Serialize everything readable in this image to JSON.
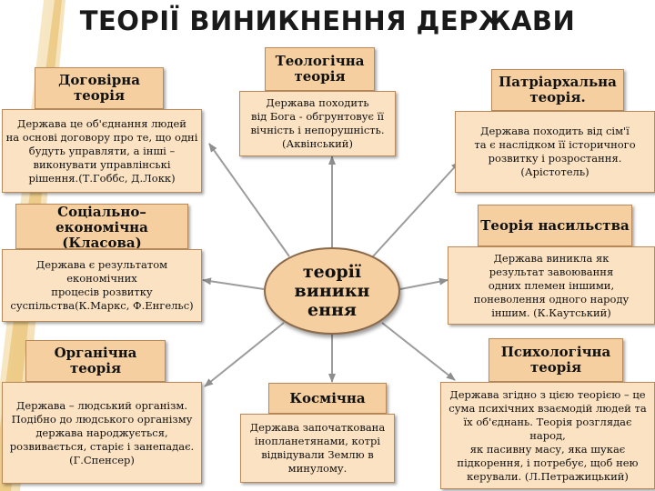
{
  "title": "ТЕОРІЇ ВИНИКНЕННЯ ДЕРЖАВИ",
  "center": "теорії\nвиникн\nення",
  "theories": [
    {
      "id": "contract",
      "title": "Договірна теорія",
      "description": "Держава це об'єднання людей\nна основі договору про те, що одні\nбудуть управляти, а інші –\nвиконувати управлінські\nрішення.(Т.Гоббс, Д.Локк)"
    },
    {
      "id": "theological",
      "title": "Теологічна теорія",
      "description": "Держава походить\nвід Бога - обгрунтовує її\nвічність і непорушність.\n(Аквінський)"
    },
    {
      "id": "patriarchal",
      "title": "Патріархальна теорія.",
      "description": "Держава походить від сім'ї\nта є наслідком її історичного\nрозвитку і розростання.\n(Арістотель)"
    },
    {
      "id": "socio-economic",
      "title": "Соціально–економічна (Класова) теорія",
      "description": "Держава є результатом\nекономічних\nпроцесів розвитку\nсуспільства(К.Маркс, Ф.Енгельс)"
    },
    {
      "id": "violence",
      "title": "Теорія насильства",
      "description": "Держава виникла як\nрезультат завоювання\nодних племен іншими,\nпоневолення одного народу\nіншим.  (К.Каутський)"
    },
    {
      "id": "organic",
      "title": "Органічна теорія",
      "description": "Держава – людський організм.\nПодібно до людського організму\nдержава народжується,\nрозвивається, старіє і занепадає.\n(Г.Спенсер)"
    },
    {
      "id": "cosmic",
      "title": "Космічна",
      "description": "Держава започаткована\nінопланетянами, котрі\nвідвідували Землю в\nминулому."
    },
    {
      "id": "psychological",
      "title": "Психологічна теорія",
      "description": "Держава згідно з цією теорією – це\nсума  психічних взаємодій  людей та\nїх об'єднань. Теорія розглядає народ,\nяк пасивну масу, яка шукає\nпідкорення, і потребує, щоб нею\nкерували. (Л.Петражицький)"
    }
  ]
}
